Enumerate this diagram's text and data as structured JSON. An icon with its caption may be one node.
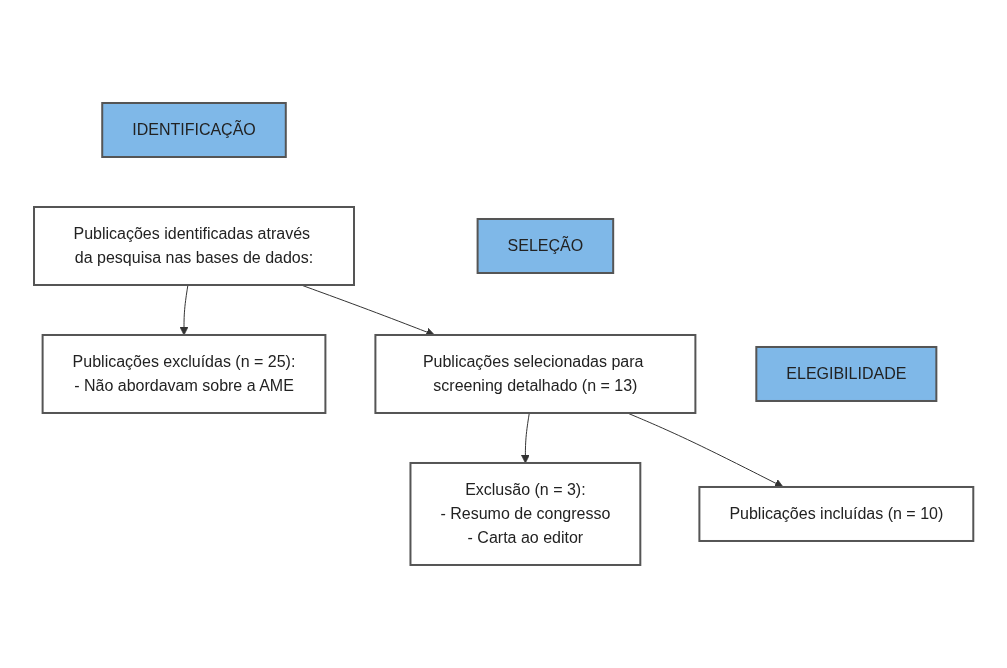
{
  "diagram": {
    "nodes": [
      {
        "text": [
          "IDENTIFICAÇÃO"
        ]
      },
      {
        "text": [
          "Publicações identificadas através da pesquisa nas bases de dados:"
        ]
      },
      {
        "text": [
          "Publicações excluídas (n = 25):",
          "- Não abordavam sobre a AME"
        ]
      },
      {
        "text": [
          "SELEÇÃO"
        ]
      },
      {
        "text": [
          "Publicações selecionadas para screening detalhado (n = 13)"
        ]
      },
      {
        "text": [
          "ELEGIBILIDADE"
        ]
      },
      {
        "text": [
          "Exclusão (n = 3):",
          "- Resumo de congresso",
          "- Carta ao editor"
        ]
      },
      {
        "text": [
          "Publicações incluídas (n = 10)"
        ]
      }
    ],
    "edges": [
      {
        "from": 1,
        "to": 4,
        "arrow": "to"
      },
      {
        "from": 1,
        "to": 2,
        "arrow": "to"
      },
      {
        "from": 4,
        "to": 7,
        "arrow": "to"
      },
      {
        "from": 4,
        "to": 6,
        "arrow": "to"
      }
    ]
  }
}
